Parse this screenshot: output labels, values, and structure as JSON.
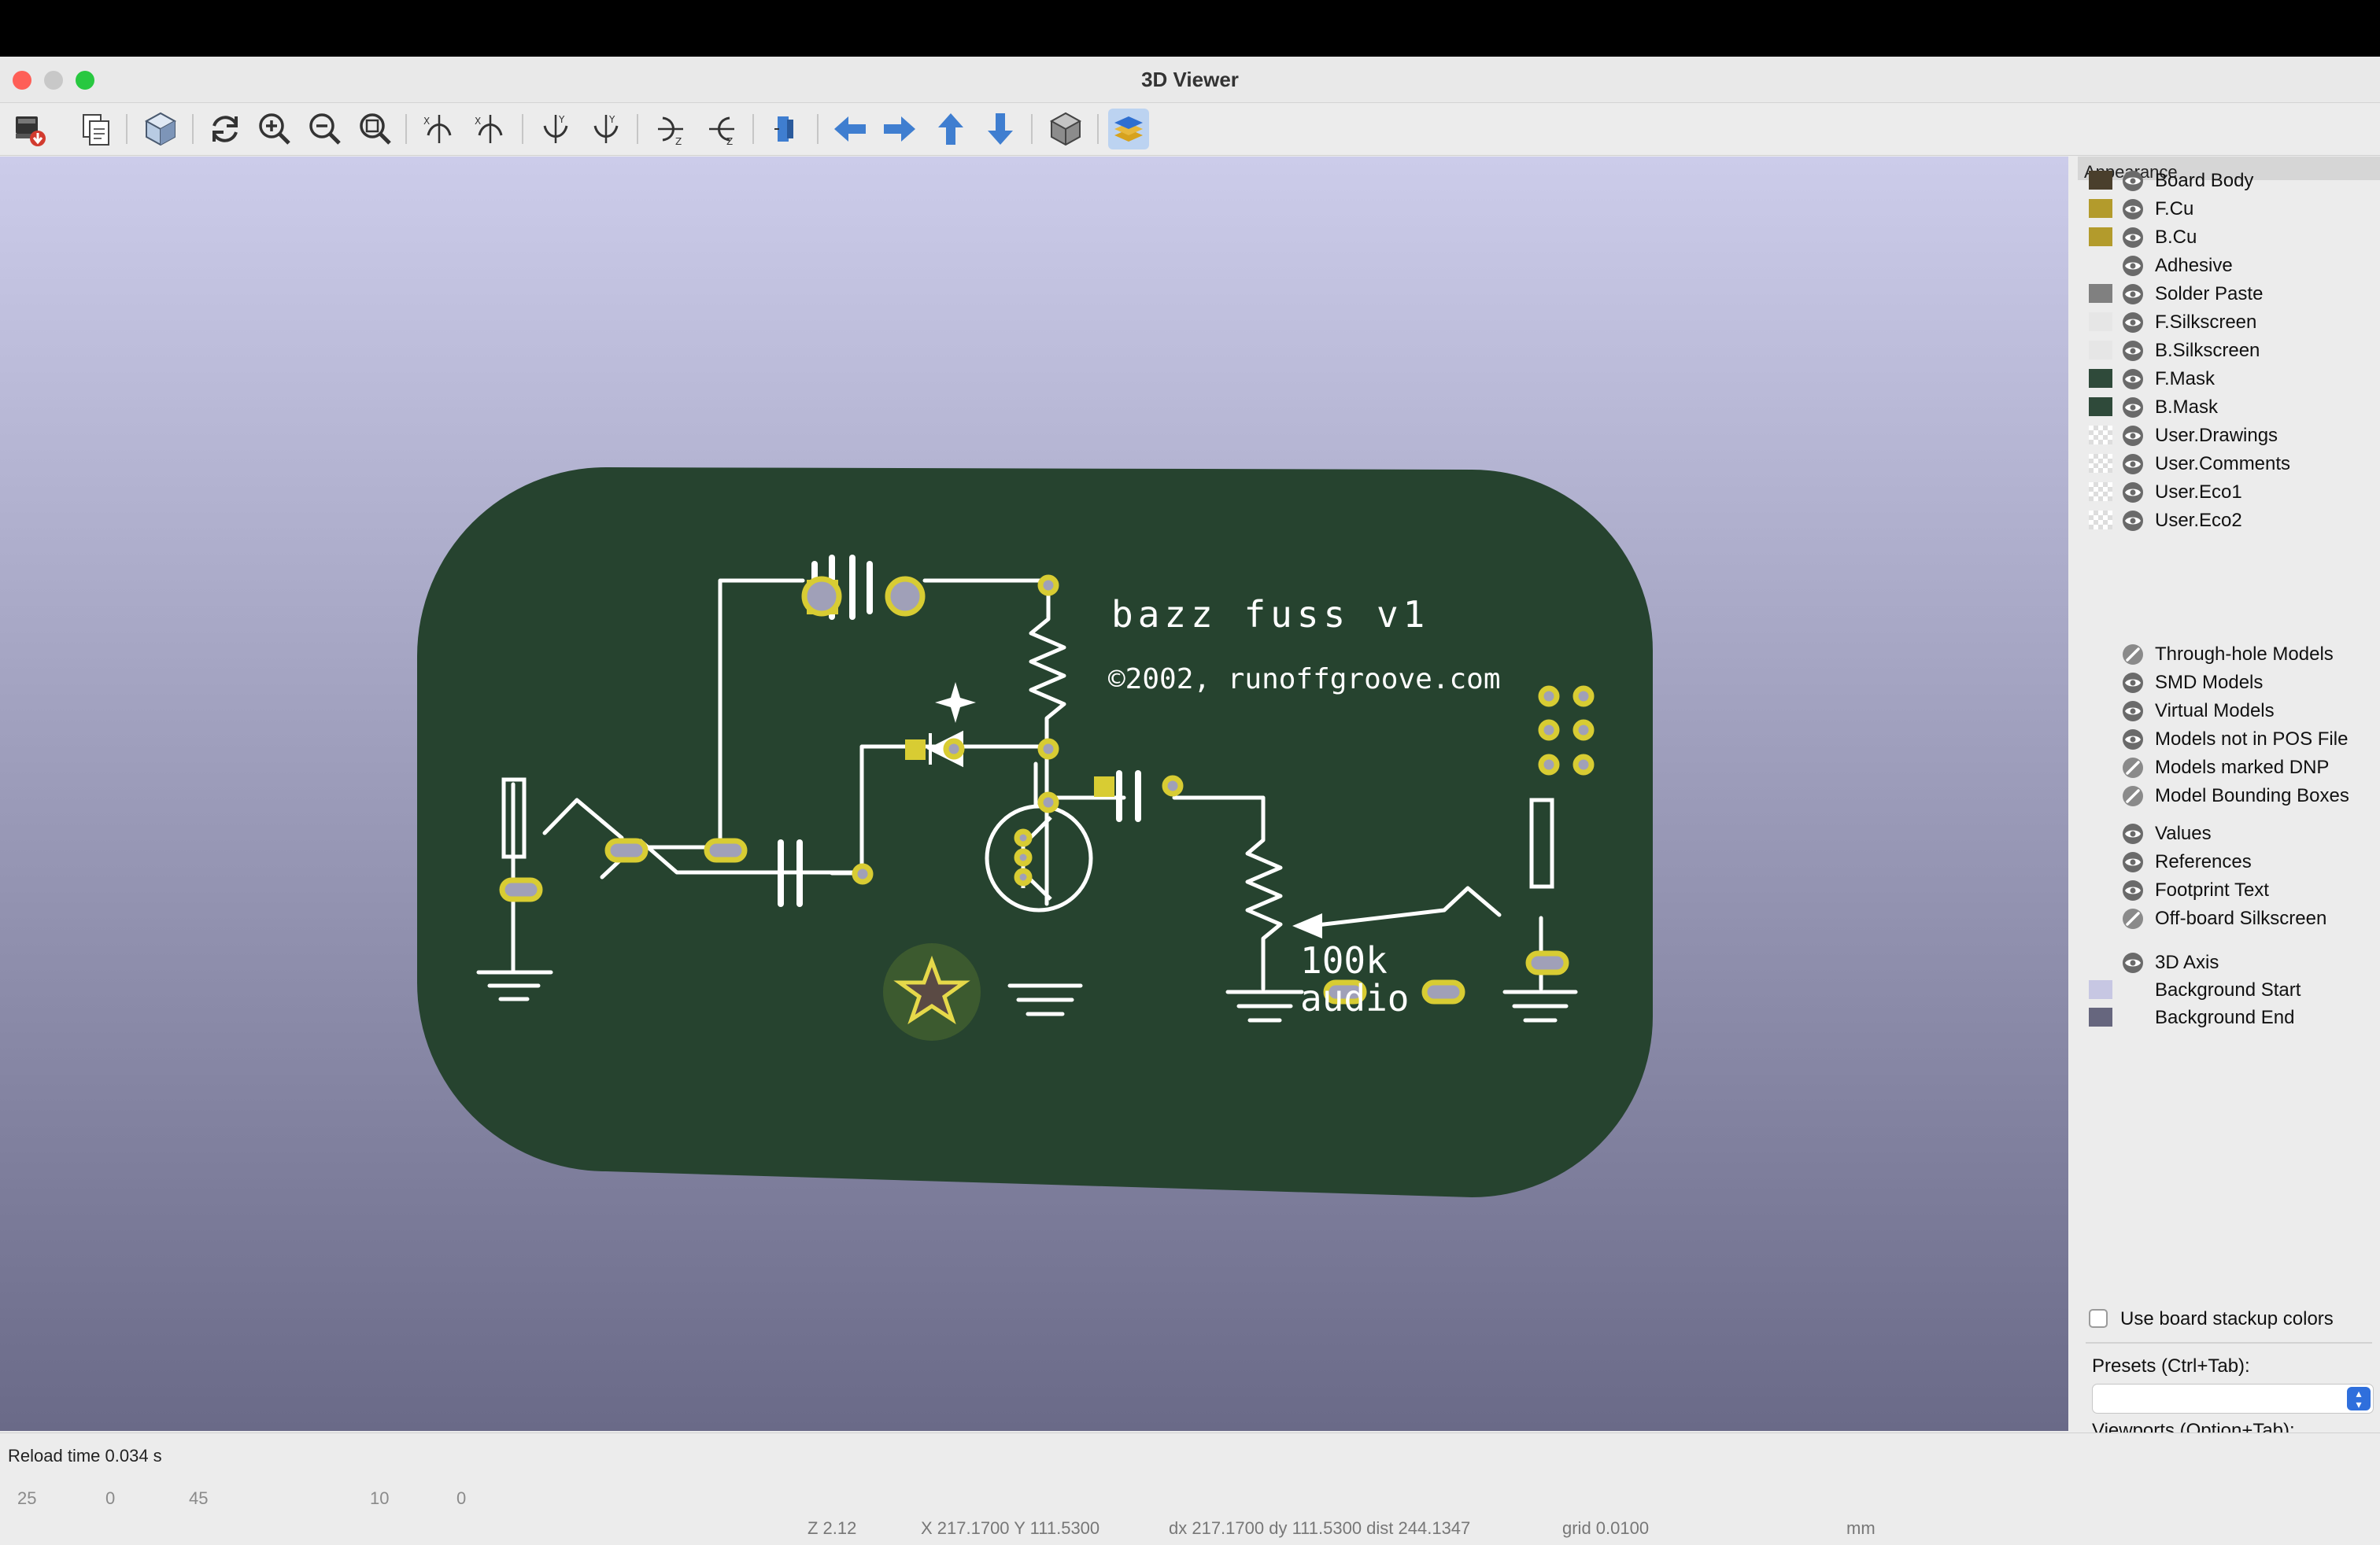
{
  "window": {
    "title": "3D Viewer"
  },
  "toolbar": {
    "buttons": [
      "export-icon",
      "copy-icon",
      "reload-board-icon",
      "refresh-icon",
      "zoom-in-icon",
      "zoom-out-icon",
      "zoom-fit-icon",
      "rotate-x-cw-icon",
      "rotate-x-ccw-icon",
      "rotate-y-cw-icon",
      "rotate-y-ccw-icon",
      "rotate-z-cw-icon",
      "rotate-z-ccw-icon",
      "flip-board-icon",
      "pan-left-icon",
      "pan-right-icon",
      "pan-up-icon",
      "pan-down-icon",
      "orthographic-icon",
      "layers-manager-icon"
    ],
    "active": "layers-manager-icon"
  },
  "board": {
    "title_text": "bazz fuss v1",
    "copyright_text": "©2002, runoffgroove.com",
    "pot_label_line1": "100k",
    "pot_label_line2": "audio",
    "board_color": "#26432f",
    "copper_color": "#d8cc33",
    "silkscreen_color": "#ffffff"
  },
  "appearance": {
    "header": "Appearance",
    "layers": [
      {
        "label": "Board Body",
        "color": "#4a3f2c",
        "visible": true
      },
      {
        "label": "F.Cu",
        "color": "#b39b2c",
        "visible": true
      },
      {
        "label": "B.Cu",
        "color": "#b39b2c",
        "visible": true
      },
      {
        "label": "Adhesive",
        "color": "",
        "visible": true
      },
      {
        "label": "Solder Paste",
        "color": "#808080",
        "visible": true
      },
      {
        "label": "F.Silkscreen",
        "color": "#e6e6e6",
        "visible": true
      },
      {
        "label": "B.Silkscreen",
        "color": "#e6e6e6",
        "visible": true
      },
      {
        "label": "F.Mask",
        "color": "#2f4a3a",
        "visible": true
      },
      {
        "label": "B.Mask",
        "color": "#2f4a3a",
        "visible": true
      },
      {
        "label": "User.Drawings",
        "color": "checker",
        "visible": true
      },
      {
        "label": "User.Comments",
        "color": "checker",
        "visible": true
      },
      {
        "label": "User.Eco1",
        "color": "checker",
        "visible": true
      },
      {
        "label": "User.Eco2",
        "color": "checker",
        "visible": true
      }
    ],
    "models": [
      {
        "label": "Through-hole Models",
        "visible": false
      },
      {
        "label": "SMD Models",
        "visible": true
      },
      {
        "label": "Virtual Models",
        "visible": true
      },
      {
        "label": "Models not in POS File",
        "visible": true
      },
      {
        "label": "Models marked DNP",
        "visible": false
      },
      {
        "label": "Model Bounding Boxes",
        "visible": false
      }
    ],
    "text_items": [
      {
        "label": "Values",
        "visible": true
      },
      {
        "label": "References",
        "visible": true
      },
      {
        "label": "Footprint Text",
        "visible": true
      },
      {
        "label": "Off-board Silkscreen",
        "visible": false
      }
    ],
    "view_items": [
      {
        "label": "3D Axis",
        "color": "",
        "visible": true
      },
      {
        "label": "Background Start",
        "color": "#c7c7e3",
        "visible": null
      },
      {
        "label": "Background End",
        "color": "#66667e",
        "visible": null
      }
    ],
    "use_stackup_colors": {
      "label": "Use board stackup colors",
      "checked": false
    },
    "presets": {
      "label": "Presets (Ctrl+Tab):",
      "value": ""
    },
    "viewports": {
      "label": "Viewports (Option+Tab):",
      "value": ""
    }
  },
  "status": {
    "reload_time": "Reload time 0.034 s"
  },
  "bottom": {
    "scale_numbers": [
      "25",
      "0",
      "45",
      "10",
      "0"
    ],
    "z": "Z 2.12",
    "xy": "X 217.1700  Y 111.5300",
    "delta": "dx 217.1700  dy 111.5300  dist 244.1347",
    "grid": "grid 0.0100",
    "units": "mm"
  }
}
